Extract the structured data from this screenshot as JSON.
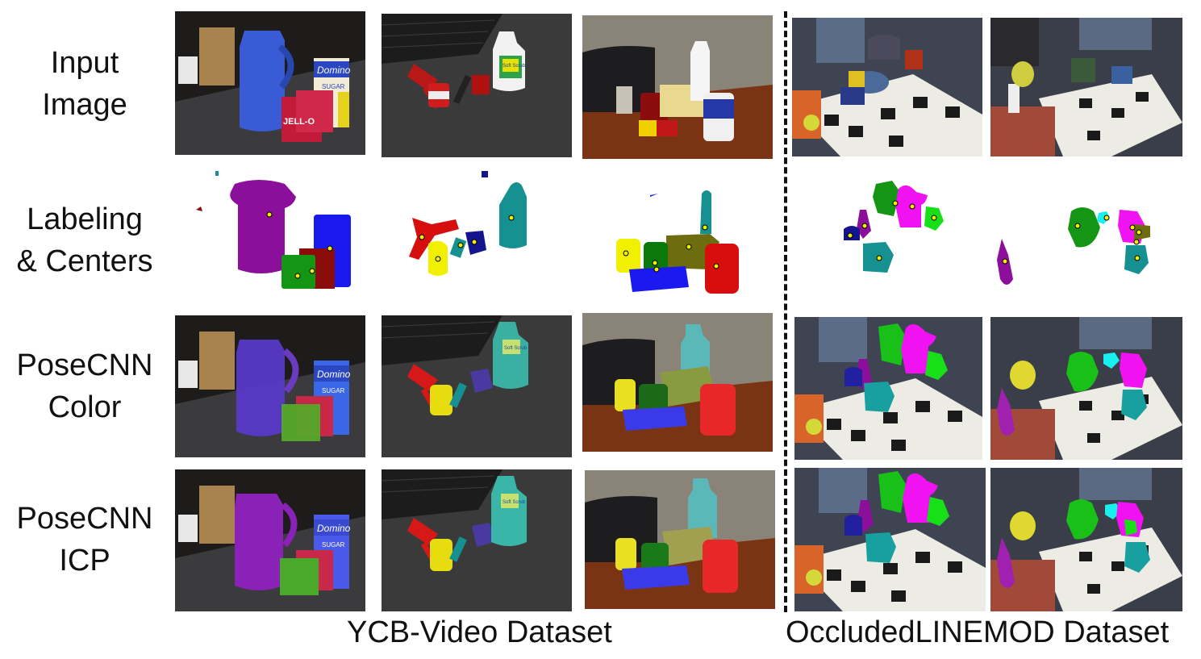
{
  "rows": [
    {
      "lines": [
        "Input",
        "Image"
      ]
    },
    {
      "lines": [
        "Labeling",
        "& Centers"
      ]
    },
    {
      "lines": [
        "PoseCNN",
        "Color"
      ]
    },
    {
      "lines": [
        "PoseCNN",
        "ICP"
      ]
    }
  ],
  "captions": {
    "ycb": "YCB-Video Dataset",
    "occluded": "OccludedLINEMOD Dataset"
  },
  "photo_text": {
    "domino": "Domino",
    "sugar": "SUGAR",
    "jello": "JELL-O",
    "soft_scrub": "Soft Scrub"
  },
  "colors": {
    "purple": "#8b0f9a",
    "blue": "#1a1af0",
    "green": "#149614",
    "dark_red": "#8c0c0c",
    "teal": "#169090",
    "red": "#d60e0e",
    "yellow": "#f0f000",
    "olive": "#6d6d10",
    "dark_blue": "#14148c",
    "magenta": "#f012f0",
    "lime": "#18e018",
    "cyan": "#18f0f0",
    "dark_green": "#0a780a",
    "table": "#2e2e2e",
    "wall": "#7a7468",
    "floor": "#6a2a14"
  }
}
